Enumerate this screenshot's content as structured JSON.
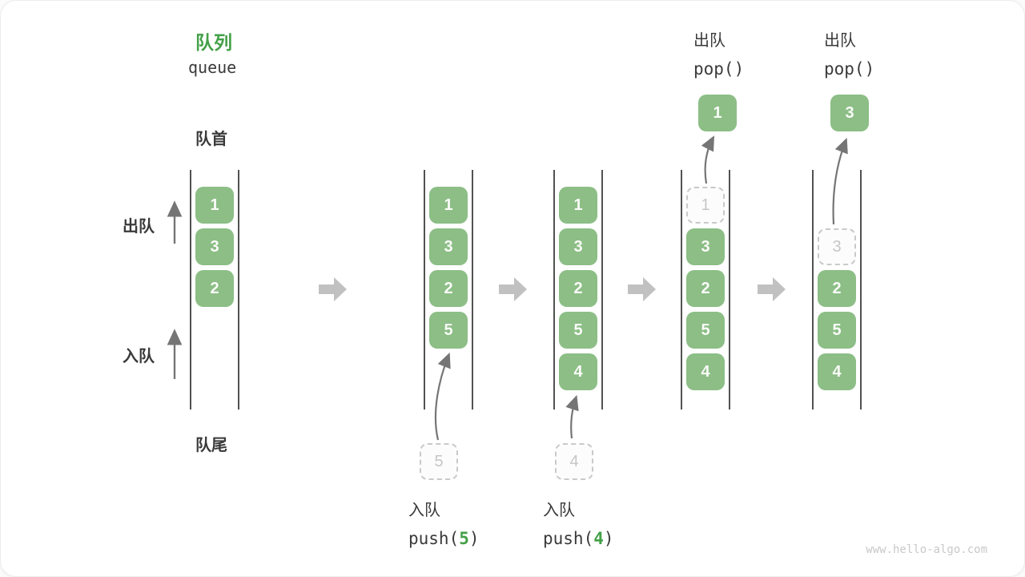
{
  "title": {
    "zh": "队列",
    "en": "queue"
  },
  "side_labels": {
    "front": "队首",
    "rear": "队尾",
    "dequeue": "出队",
    "enqueue": "入队"
  },
  "columns": {
    "c1": {
      "cells": [
        "1",
        "3",
        "2"
      ]
    },
    "c2": {
      "cells": [
        "1",
        "3",
        "2",
        "5"
      ],
      "incoming": "5"
    },
    "c3": {
      "cells": [
        "1",
        "3",
        "2",
        "5",
        "4"
      ],
      "incoming": "4"
    },
    "c4": {
      "ghost": "1",
      "cells": [
        "3",
        "2",
        "5",
        "4"
      ],
      "popped": "1"
    },
    "c5": {
      "ghost": "3",
      "cells": [
        "2",
        "5",
        "4"
      ],
      "popped": "3"
    }
  },
  "operations": {
    "push5": {
      "label": "入队",
      "fn": "push(",
      "arg": "5",
      "close": ")"
    },
    "push4": {
      "label": "入队",
      "fn": "push(",
      "arg": "4",
      "close": ")"
    },
    "pop1": {
      "label": "出队",
      "code": "pop()"
    },
    "pop2": {
      "label": "出队",
      "code": "pop()"
    }
  },
  "watermark": "www.hello-algo.com",
  "colors": {
    "box_green": "#8CBE86",
    "accent_green": "#43A047",
    "ghost_border": "#C9C9C9",
    "thin_arrow_gray": "#757575",
    "block_arrow_gray": "#C1C1C1",
    "column_line": "#525252",
    "text_dark": "#3A3A3A",
    "watermark_gray": "#C9C9C9"
  }
}
